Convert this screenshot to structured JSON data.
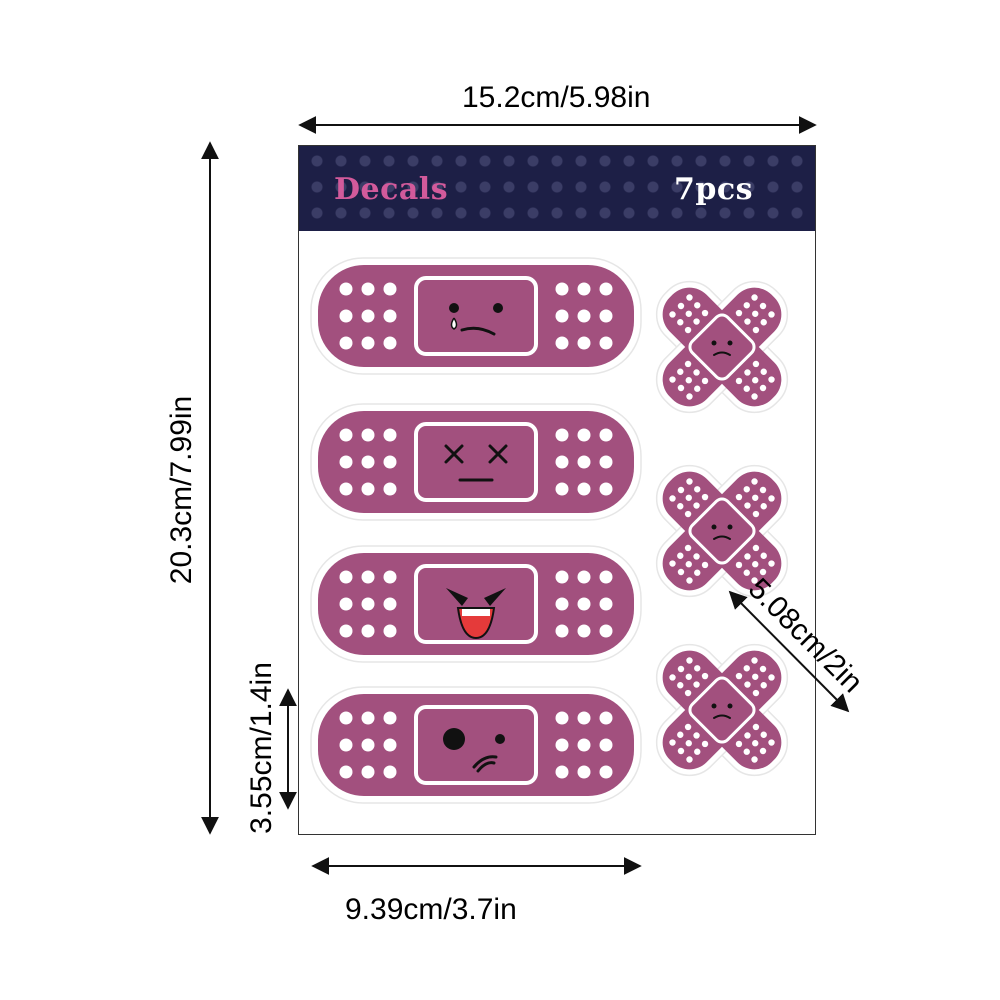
{
  "sheet": {
    "title": "Decals",
    "count": "7pcs",
    "colors": {
      "banner": "#1d1f46",
      "banner_dots": "#3b3d66",
      "title": "#d25a9b",
      "sticker": "#a2507e",
      "sticker_outline": "#ffffff",
      "mouth_red": "#e53a3a"
    }
  },
  "dimensions": {
    "sheet_width": "15.2cm/5.98in",
    "sheet_height": "20.3cm/7.99in",
    "bandage_width": "9.39cm/3.7in",
    "bandage_height": "3.55cm/1.4in",
    "cross_size": "5.08cm/2in"
  },
  "stickers": {
    "bandages": [
      {
        "face": "crying"
      },
      {
        "face": "dizzy"
      },
      {
        "face": "angry-laughing"
      },
      {
        "face": "confused"
      }
    ],
    "crosses": [
      {
        "face": "sad"
      },
      {
        "face": "sad"
      },
      {
        "face": "sad"
      }
    ]
  }
}
